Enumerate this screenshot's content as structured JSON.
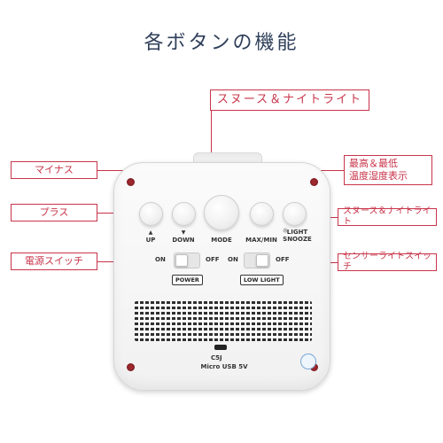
{
  "title": "各ボタンの機能",
  "callouts": {
    "snooze_light_top": "スヌース＆ナイトライト",
    "minus": "マイナス",
    "plus": "プラス",
    "maxmin_line1": "最高＆最低",
    "maxmin_line2": "温度湿度表示",
    "snooze_light_right": "スヌース＆ナイトライト",
    "power_switch": "電源スイッチ",
    "sensor_switch": "センサーライトスイッチ"
  },
  "device": {
    "buttons": [
      {
        "arrow": "▲",
        "label": "UP"
      },
      {
        "arrow": "▼",
        "label": "DOWN"
      },
      {
        "arrow": "",
        "label": "MODE"
      },
      {
        "arrow": "",
        "label": "MAX/MIN"
      },
      {
        "arrow": "☼",
        "label": "LIGHT SNOOZE"
      }
    ],
    "power": {
      "on": "ON",
      "off": "OFF",
      "tag": "POWER"
    },
    "lowlight": {
      "on": "ON",
      "off": "OFF",
      "tag": "LOW LIGHT"
    },
    "usb_symbol": "C5J",
    "usb_label": "Micro USB 5V"
  },
  "colors": {
    "accent": "#c8344a",
    "title": "#2f3f5a"
  }
}
